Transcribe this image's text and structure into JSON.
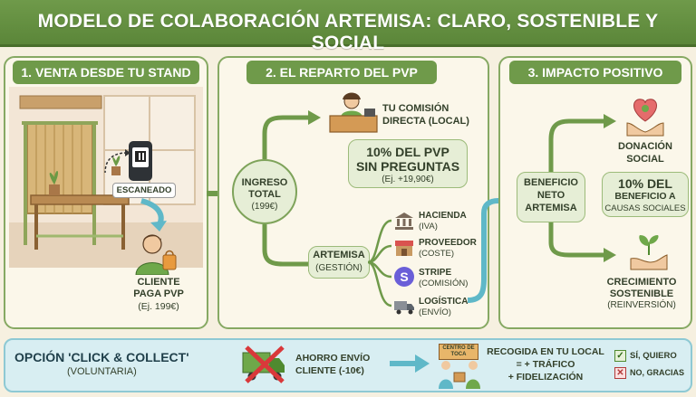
{
  "title": "MODELO DE COLABORACIÓN ARTEMISA: CLARO, SOSTENIBLE Y SOCIAL",
  "section1": {
    "header": "1. VENTA DESDE TU STAND",
    "scan_label": "ESCANEADO",
    "client_line1": "CLIENTE",
    "client_line2": "PAGA PVP",
    "client_note": "(Ej. 199€)"
  },
  "section2": {
    "header": "2. EL REPARTO DEL PVP",
    "commission_line1": "TU COMISIÓN",
    "commission_line2": "DIRECTA (LOCAL)",
    "commission_big1": "10% DEL PVP",
    "commission_big2": "SIN PREGUNTAS",
    "commission_note": "(Ej. +19,90€)",
    "ingreso_line1": "INGRESO",
    "ingreso_line2": "TOTAL",
    "ingreso_note": "(199€)",
    "artemisa_label": "ARTEMISA",
    "artemisa_note": "(GESTIÓN)",
    "costs": [
      {
        "label": "HACIENDA",
        "note": "(IVA)",
        "icon": "bank-icon"
      },
      {
        "label": "PROVEEDOR",
        "note": "(COSTE)",
        "icon": "store-icon"
      },
      {
        "label": "STRIPE",
        "note": "(COMISIÓN)",
        "icon": "stripe-icon"
      },
      {
        "label": "LOGÍSTICA",
        "note": "(ENVÍO)",
        "icon": "truck-icon"
      }
    ]
  },
  "section3": {
    "header": "3. IMPACTO POSITIVO",
    "beneficio_line1": "BENEFICIO",
    "beneficio_line2": "NETO",
    "beneficio_line3": "ARTEMISA",
    "donation_line1": "DONACIÓN",
    "donation_line2": "SOCIAL",
    "donation_big": "10% DEL",
    "donation_line3": "BENEFICIO A",
    "donation_line4": "CAUSAS SOCIALES",
    "growth_line1": "CRECIMIENTO",
    "growth_line2": "SOSTENIBLE",
    "growth_note": "(REINVERSIÓN)"
  },
  "bottom": {
    "title": "OPCIÓN 'CLICK & COLLECT'",
    "subtitle": "(VOLUNTARIA)",
    "saving_line1": "AHORRO ENVÍO",
    "saving_line2": "CLIENTE (-10€)",
    "sign_text": "CENTRO DE TOCA",
    "pickup_line1": "RECOGIDA EN TU LOCAL",
    "pickup_line2": "= + TRÁFICO",
    "pickup_line3": "+ FIDELIZACIÓN",
    "opt_yes": "SÍ, QUIERO",
    "opt_no": "NO, GRACIAS"
  },
  "colors": {
    "green": "#6f9a4a",
    "dark_green": "#496e2b",
    "teal": "#5fb8c8",
    "cream": "#f6f0e0"
  }
}
